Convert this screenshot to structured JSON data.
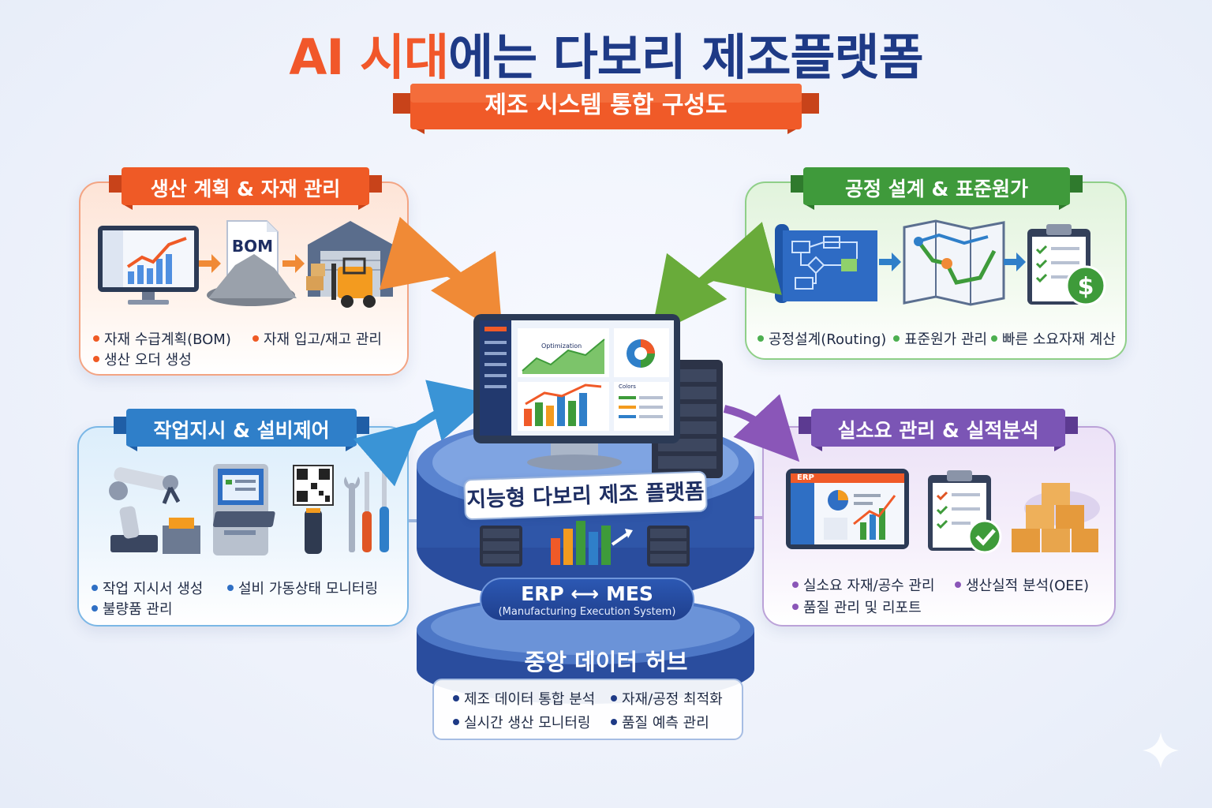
{
  "title": {
    "highlight": "AI 시대",
    "rest": "에는 다보리 제조플랫폼"
  },
  "subtitle": "제조 시스템 통합 구성도",
  "panels": {
    "production": {
      "title": "생산 계획 & 자재 관리",
      "icon_label": "BOM",
      "bullets": [
        "자재 수급계획(BOM)",
        "자재 입고/재고 관리",
        "생산 오더 생성"
      ]
    },
    "process": {
      "title": "공정 설계 & 표준원가",
      "bullets": [
        "공정설계(Routing)",
        "표준원가 관리",
        "빠른 소요자재 계산"
      ]
    },
    "work": {
      "title": "작업지시 & 설비제어",
      "bullets": [
        "작업 지시서 생성",
        "설비 가동상태 모니터링",
        "불량품 관리"
      ]
    },
    "demand": {
      "title": "실소요 관리 & 실적분석",
      "screen_label": "ERP",
      "bullets": [
        "실소요 자재/공수 관리",
        "생산실적 분석(OEE)",
        "품질 관리 및 리포트"
      ]
    }
  },
  "center": {
    "platform_label": "지능형 다보리 제조 플랫폼",
    "erp_main": "ERP ⟷ MES",
    "erp_sub": "(Manufacturing Execution System)",
    "screen_title": "Optimization",
    "screen_sub": "Colors"
  },
  "hub": {
    "title": "중앙 데이터 허브",
    "bullets": [
      "제조 데이터 통합 분석",
      "자재/공정 최적화",
      "실시간 생산 모니터링",
      "품질 예측 관리"
    ]
  },
  "colors": {
    "orange": "#f1572a",
    "navy": "#1e3a86",
    "green": "#3d9a3b",
    "blue": "#2f7fc9",
    "purple": "#7b55b5"
  }
}
